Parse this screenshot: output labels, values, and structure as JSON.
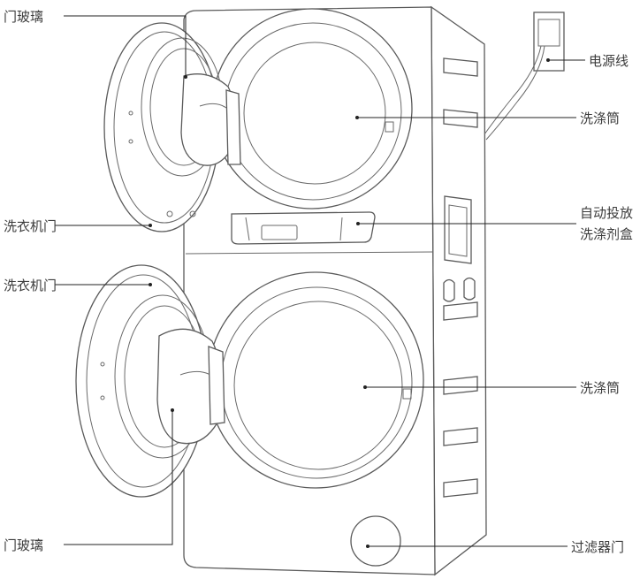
{
  "labels": {
    "door_glass_top": "门玻璃",
    "power_cord": "电源线",
    "drum_top": "洗涤筒",
    "detergent_box_line1": "自动投放",
    "detergent_box_line2": "洗涤剂盒",
    "washer_door_top": "洗衣机门",
    "washer_door_bottom": "洗衣机门",
    "drum_bottom": "洗涤筒",
    "door_glass_bottom": "门玻璃",
    "filter_door": "过滤器门"
  },
  "colors": {
    "outline": "#5a5a5a",
    "leader_line": "#222222",
    "label_text": "#3c3c3c",
    "background": "#ffffff"
  }
}
